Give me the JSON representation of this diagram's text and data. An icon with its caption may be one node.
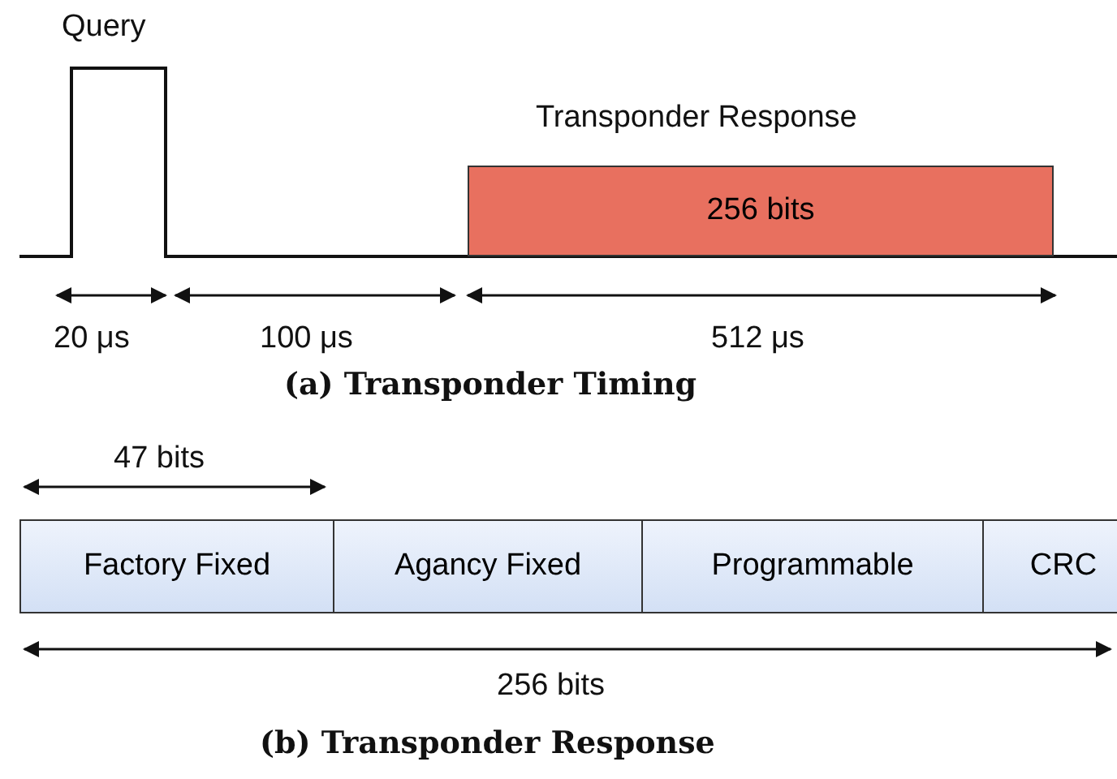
{
  "diagram": {
    "nodes": [
      {
        "text": [
          "Transponder Response",
          "256 bits"
        ]
      },
      {
        "text": [
          "Factory Fixed"
        ]
      },
      {
        "text": [
          "Agancy Fixed"
        ]
      },
      {
        "text": [
          "Programmable"
        ]
      },
      {
        "text": [
          "CRC"
        ]
      }
    ],
    "edges": [],
    "labels": [
      "Query",
      "20 μs",
      "100 μs",
      "512 μs",
      "(a) Transponder Timing",
      "47 bits",
      "256 bits",
      "(b) Transponder Response"
    ]
  }
}
